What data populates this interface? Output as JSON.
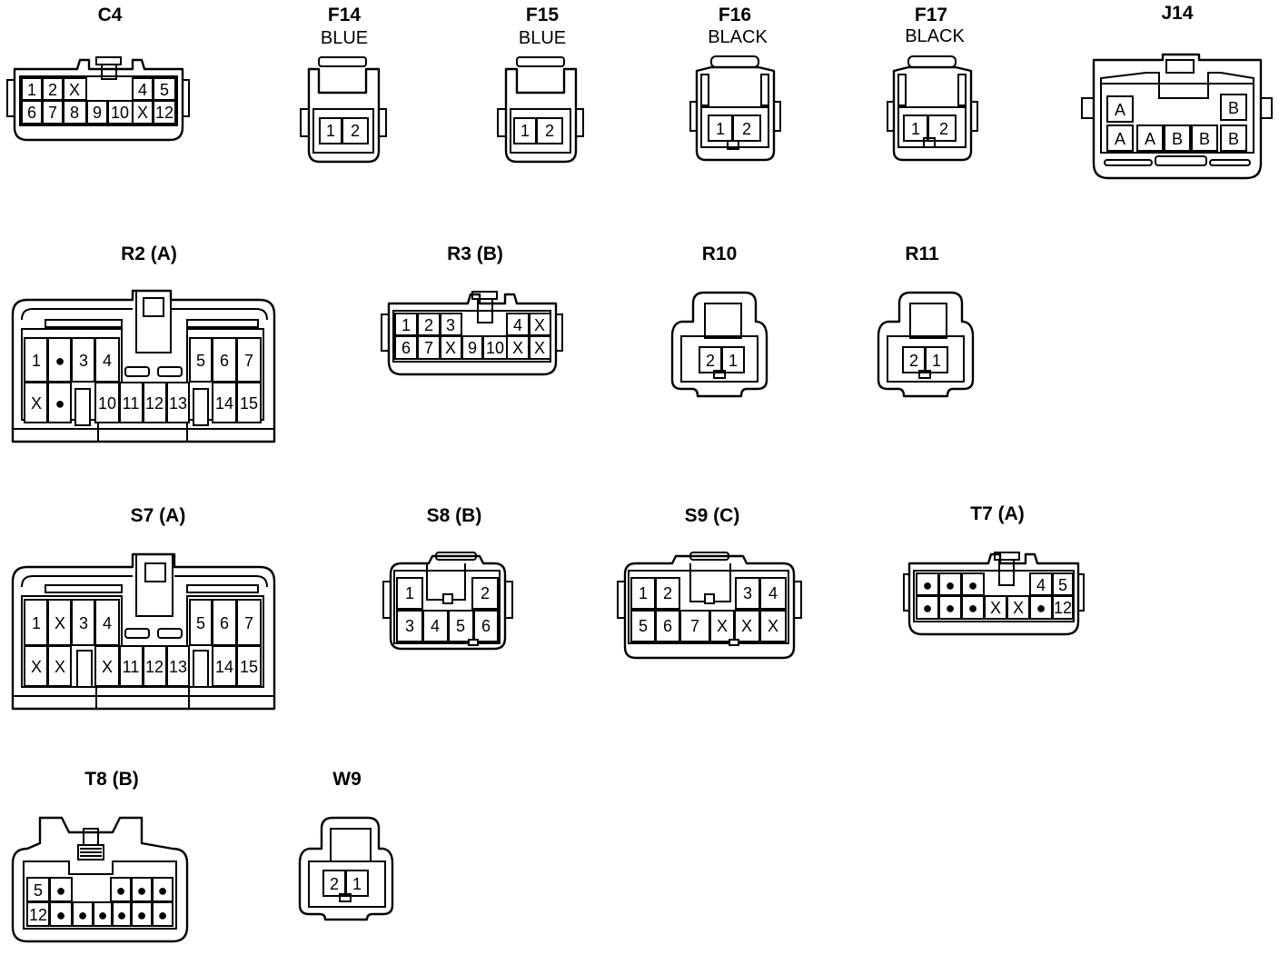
{
  "colors": {
    "ink": "#000000",
    "paper": "#ffffff"
  },
  "connectors": {
    "c4": {
      "title": "C4",
      "subtitle": "",
      "pins": [
        "1",
        "2",
        "X",
        "",
        "4",
        "5",
        "6",
        "7",
        "8",
        "9",
        "10",
        "X",
        "12"
      ]
    },
    "f14": {
      "title": "F14",
      "subtitle": "BLUE",
      "pins": [
        "1",
        "2"
      ]
    },
    "f15": {
      "title": "F15",
      "subtitle": "BLUE",
      "pins": [
        "1",
        "2"
      ]
    },
    "f16": {
      "title": "F16",
      "subtitle": "BLACK",
      "pins": [
        "1",
        "2"
      ]
    },
    "f17": {
      "title": "F17",
      "subtitle": "BLACK",
      "pins": [
        "1",
        "2"
      ]
    },
    "j14": {
      "title": "J14",
      "subtitle": "",
      "pins": [
        "A",
        "B",
        "A",
        "A",
        "B",
        "B",
        "B"
      ]
    },
    "r2": {
      "title": "R2 (A)",
      "subtitle": "",
      "pins": [
        "1",
        "●",
        "3",
        "4",
        "5",
        "6",
        "7",
        "X",
        "●",
        "10",
        "11",
        "12",
        "13",
        "14",
        "15"
      ]
    },
    "r3": {
      "title": "R3 (B)",
      "subtitle": "",
      "pins": [
        "1",
        "2",
        "3",
        "4",
        "X",
        "6",
        "7",
        "X",
        "9",
        "10",
        "X",
        "X"
      ]
    },
    "r10": {
      "title": "R10",
      "subtitle": "",
      "pins": [
        "2",
        "1"
      ]
    },
    "r11": {
      "title": "R11",
      "subtitle": "",
      "pins": [
        "2",
        "1"
      ]
    },
    "s7": {
      "title": "S7 (A)",
      "subtitle": "",
      "pins": [
        "1",
        "X",
        "3",
        "4",
        "5",
        "6",
        "7",
        "X",
        "X",
        "X",
        "11",
        "12",
        "13",
        "14",
        "15"
      ]
    },
    "s8": {
      "title": "S8 (B)",
      "subtitle": "",
      "pins": [
        "1",
        "2",
        "3",
        "4",
        "5",
        "6"
      ]
    },
    "s9": {
      "title": "S9 (C)",
      "subtitle": "",
      "pins": [
        "1",
        "2",
        "3",
        "4",
        "5",
        "6",
        "7",
        "X",
        "X",
        "X"
      ]
    },
    "t7": {
      "title": "T7 (A)",
      "subtitle": "",
      "pins": [
        "●",
        "●",
        "●",
        "4",
        "5",
        "●",
        "●",
        "●",
        "X",
        "X",
        "●",
        "12"
      ]
    },
    "t8": {
      "title": "T8 (B)",
      "subtitle": "",
      "pins": [
        "5",
        "●",
        "●",
        "●",
        "●",
        "12",
        "●",
        "●",
        "●",
        "●",
        "●",
        "●"
      ]
    },
    "w9": {
      "title": "W9",
      "subtitle": "",
      "pins": [
        "2",
        "1"
      ]
    }
  }
}
